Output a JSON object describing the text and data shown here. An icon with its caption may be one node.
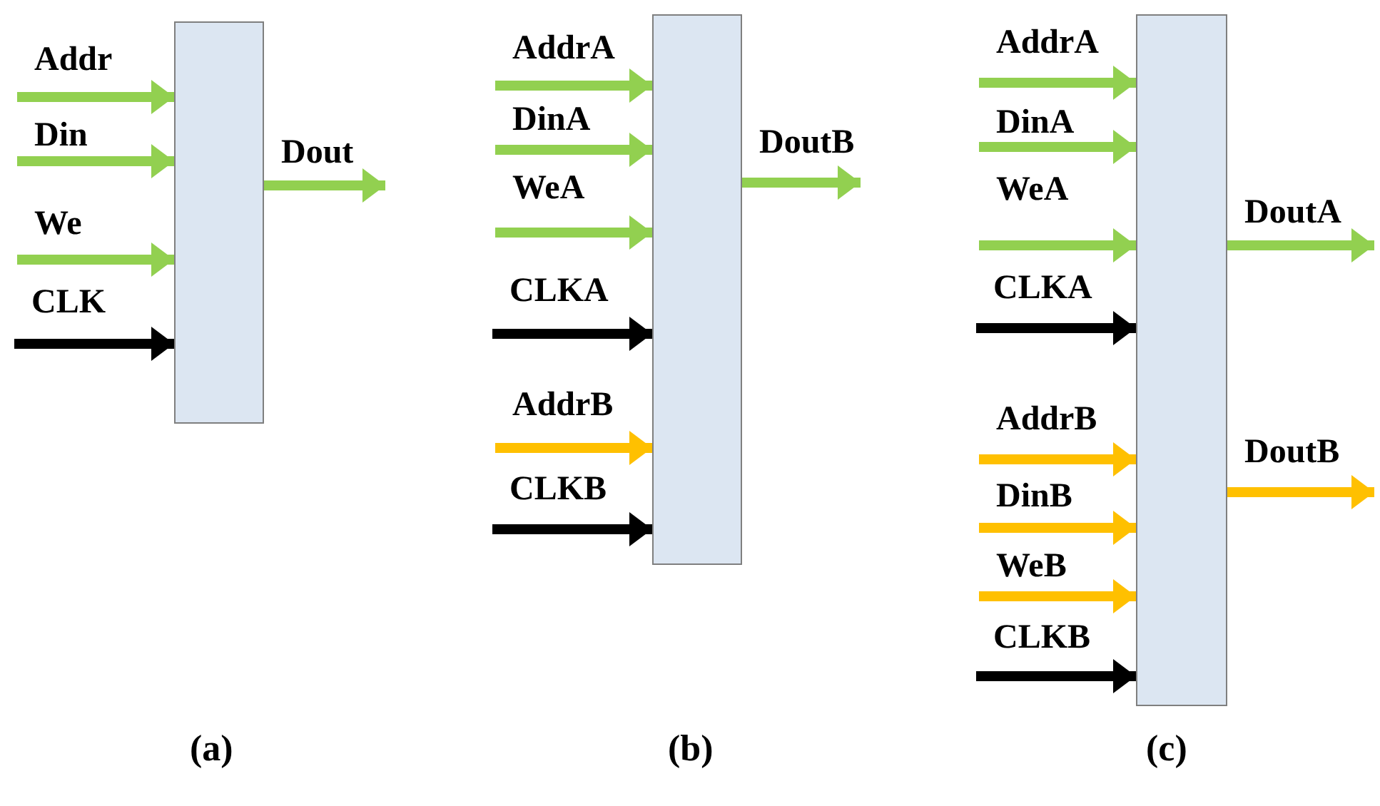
{
  "diagram": {
    "nodes": [
      {
        "text": [],
        "shape": "box"
      },
      {
        "text": [],
        "shape": "box"
      },
      {
        "text": [],
        "shape": "box"
      }
    ],
    "edges": [
      {
        "from": null,
        "to": 0,
        "arrow": "to",
        "label": "Addr"
      },
      {
        "from": null,
        "to": 0,
        "arrow": "to",
        "label": "Din"
      },
      {
        "from": null,
        "to": 0,
        "arrow": "to",
        "label": "We"
      },
      {
        "from": null,
        "to": 0,
        "arrow": "to",
        "label": "CLK",
        "color": "#000000"
      },
      {
        "from": 0,
        "to": null,
        "arrow": "to",
        "label": "Dout"
      },
      {
        "from": null,
        "to": 1,
        "arrow": "to",
        "label": "AddrA"
      },
      {
        "from": null,
        "to": 1,
        "arrow": "to",
        "label": "DinA"
      },
      {
        "from": null,
        "to": 1,
        "arrow": "to",
        "label": "WeA"
      },
      {
        "from": null,
        "to": 1,
        "arrow": "to",
        "label": "CLKA",
        "color": "#000000"
      },
      {
        "from": null,
        "to": 1,
        "arrow": "to",
        "label": "AddrB",
        "color": "#ffc000"
      },
      {
        "from": null,
        "to": 1,
        "arrow": "to",
        "label": "CLKB",
        "color": "#000000"
      },
      {
        "from": 1,
        "to": null,
        "arrow": "to",
        "label": "DoutB"
      },
      {
        "from": null,
        "to": 2,
        "arrow": "to",
        "label": "AddrA"
      },
      {
        "from": null,
        "to": 2,
        "arrow": "to",
        "label": "DinA"
      },
      {
        "from": null,
        "to": 2,
        "arrow": "to",
        "label": "WeA"
      },
      {
        "from": null,
        "to": 2,
        "arrow": "to",
        "label": "CLKA",
        "color": "#000000"
      },
      {
        "from": null,
        "to": 2,
        "arrow": "to",
        "label": "AddrB",
        "color": "#ffc000"
      },
      {
        "from": null,
        "to": 2,
        "arrow": "to",
        "label": "DinB",
        "color": "#ffc000"
      },
      {
        "from": null,
        "to": 2,
        "arrow": "to",
        "label": "WeB",
        "color": "#ffc000"
      },
      {
        "from": null,
        "to": 2,
        "arrow": "to",
        "label": "CLKB",
        "color": "#000000"
      },
      {
        "from": 2,
        "to": null,
        "arrow": "to",
        "label": "DoutA"
      },
      {
        "from": 2,
        "to": null,
        "arrow": "to",
        "label": "DoutB",
        "color": "#ffc000"
      }
    ],
    "labels": [
      "(a)",
      "(b)",
      "(c)"
    ]
  }
}
